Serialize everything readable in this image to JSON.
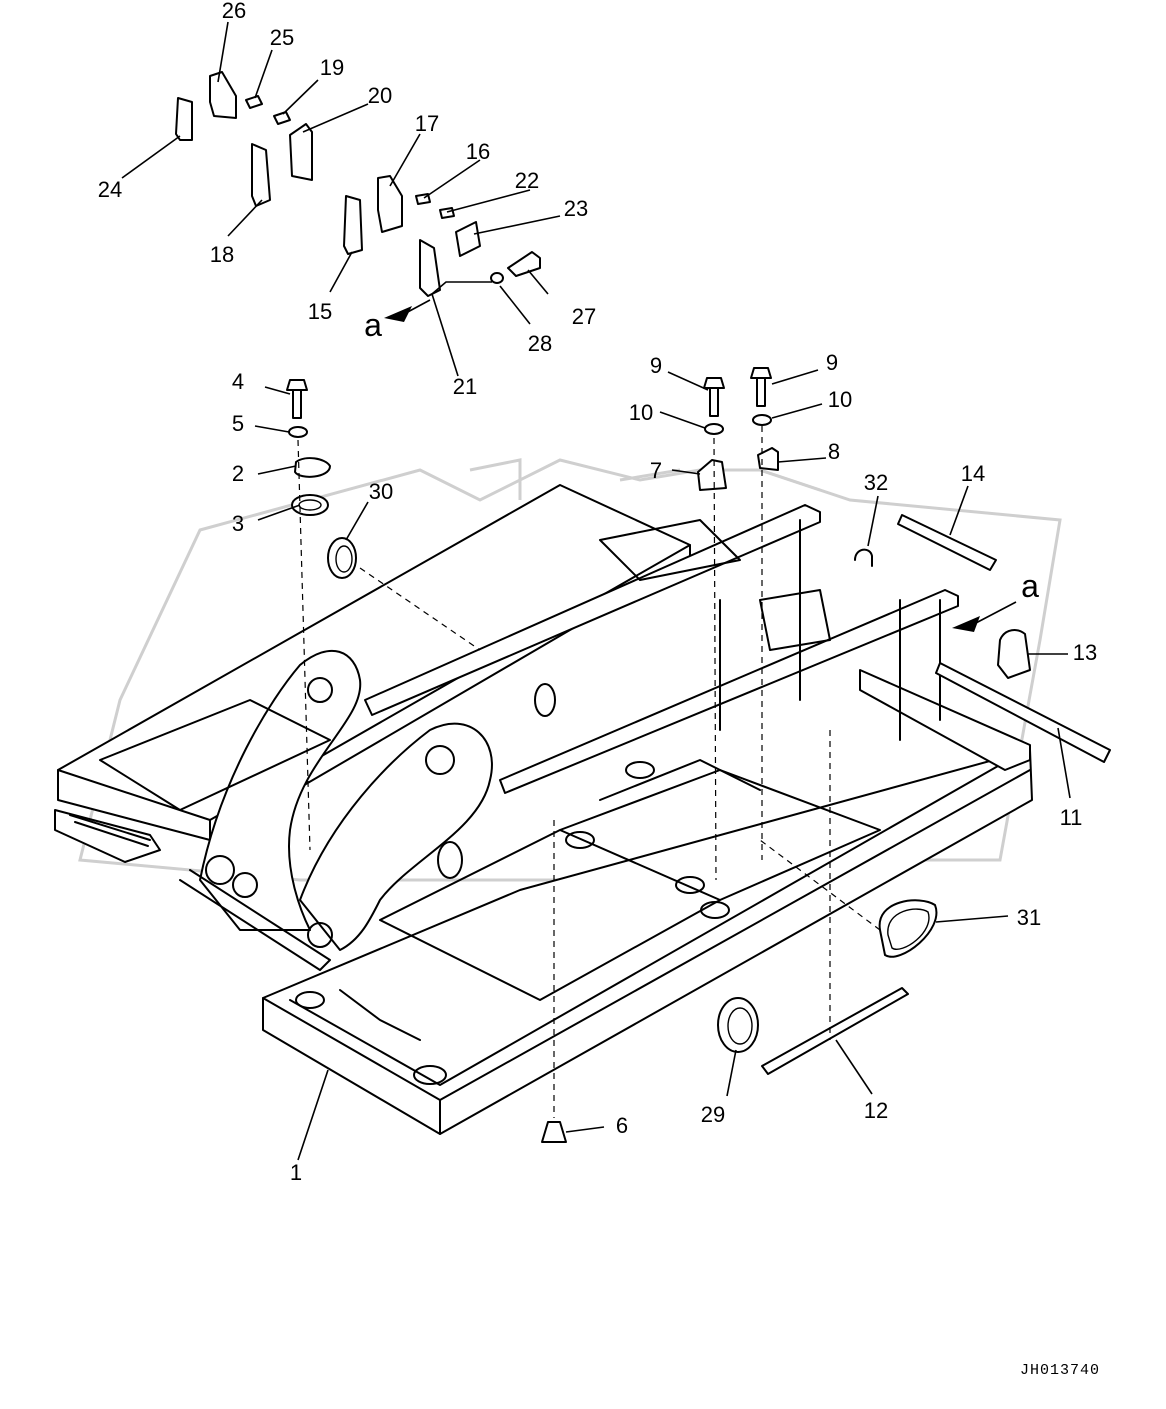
{
  "diagram": {
    "drawing_code": "JH013740",
    "view_marker": "a",
    "part_labels": {
      "p1": "1",
      "p2": "2",
      "p3": "3",
      "p4": "4",
      "p5": "5",
      "p6": "6",
      "p7": "7",
      "p8": "8",
      "p9a": "9",
      "p9b": "9",
      "p10a": "10",
      "p10b": "10",
      "p11": "11",
      "p12": "12",
      "p13": "13",
      "p14": "14",
      "p15": "15",
      "p16": "16",
      "p17": "17",
      "p18": "18",
      "p19": "19",
      "p20": "20",
      "p21": "21",
      "p22": "22",
      "p23": "23",
      "p24": "24",
      "p25": "25",
      "p26": "26",
      "p27": "27",
      "p28": "28",
      "p29": "29",
      "p30": "30",
      "p31": "31",
      "p32": "32"
    }
  }
}
